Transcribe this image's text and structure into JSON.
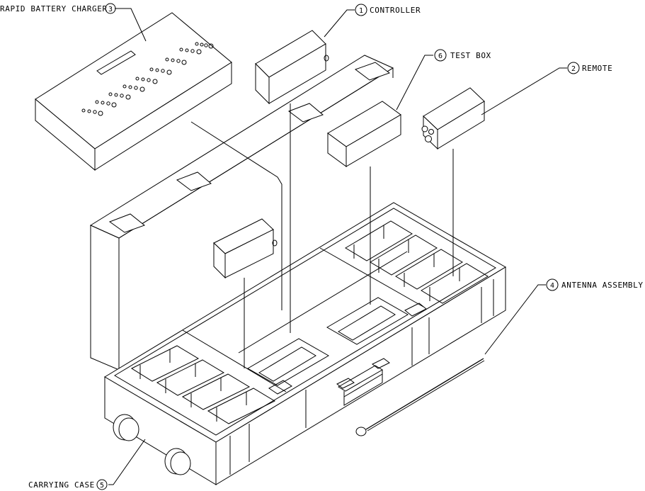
{
  "callouts": [
    {
      "id": "controller",
      "text": "CONTROLLER",
      "number": "1"
    },
    {
      "id": "remote",
      "text": "REMOTE",
      "number": "2"
    },
    {
      "id": "charger",
      "text": "RAPID BATTERY CHARGER",
      "number": "3"
    },
    {
      "id": "antenna",
      "text": "ANTENNA ASSEMBLY",
      "number": "4"
    },
    {
      "id": "case",
      "text": "CARRYING CASE",
      "number": "5"
    },
    {
      "id": "testbox",
      "text": "TEST BOX",
      "number": "6"
    }
  ],
  "colors": {
    "line": "#000000",
    "background": "#ffffff"
  }
}
